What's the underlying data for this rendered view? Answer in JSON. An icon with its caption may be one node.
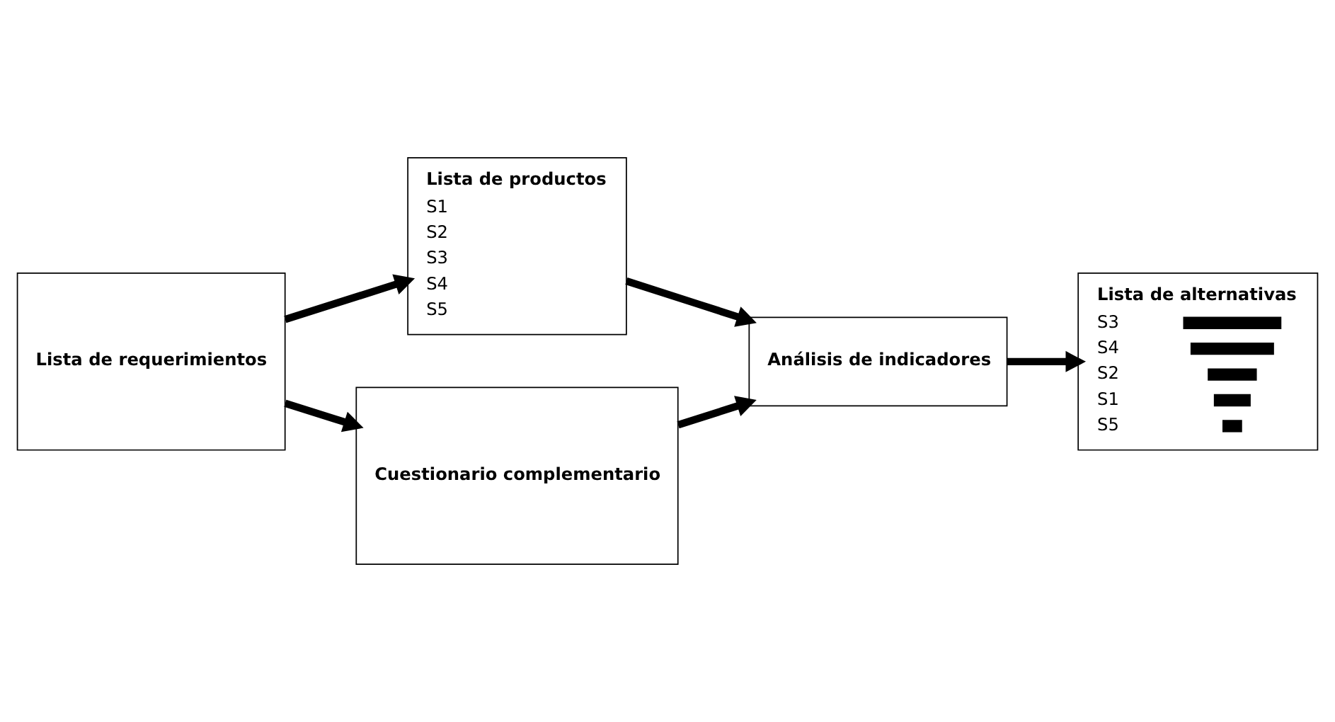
{
  "diagram": {
    "nodes": [
      {
        "text": [
          "Lista de requerimientos"
        ]
      },
      {
        "text": [
          "Lista de productos",
          "S1",
          "S2",
          "S3",
          "S4",
          "S5"
        ]
      },
      {
        "text": [
          "Análisis de indicadores"
        ]
      },
      {
        "text": [
          "Lista de alternativas",
          "S3",
          "S4",
          "S2",
          "S1",
          "S5"
        ]
      },
      {
        "text": [
          "Cuestionario complementario"
        ]
      }
    ],
    "edges": [
      {
        "from": 0,
        "to": 1,
        "arrow": "to"
      },
      {
        "from": 1,
        "to": 2,
        "arrow": "to"
      },
      {
        "from": 2,
        "to": 3,
        "arrow": "to"
      },
      {
        "from": 0,
        "to": 4,
        "arrow": "to"
      },
      {
        "from": 4,
        "to": 2,
        "arrow": "to"
      }
    ]
  }
}
